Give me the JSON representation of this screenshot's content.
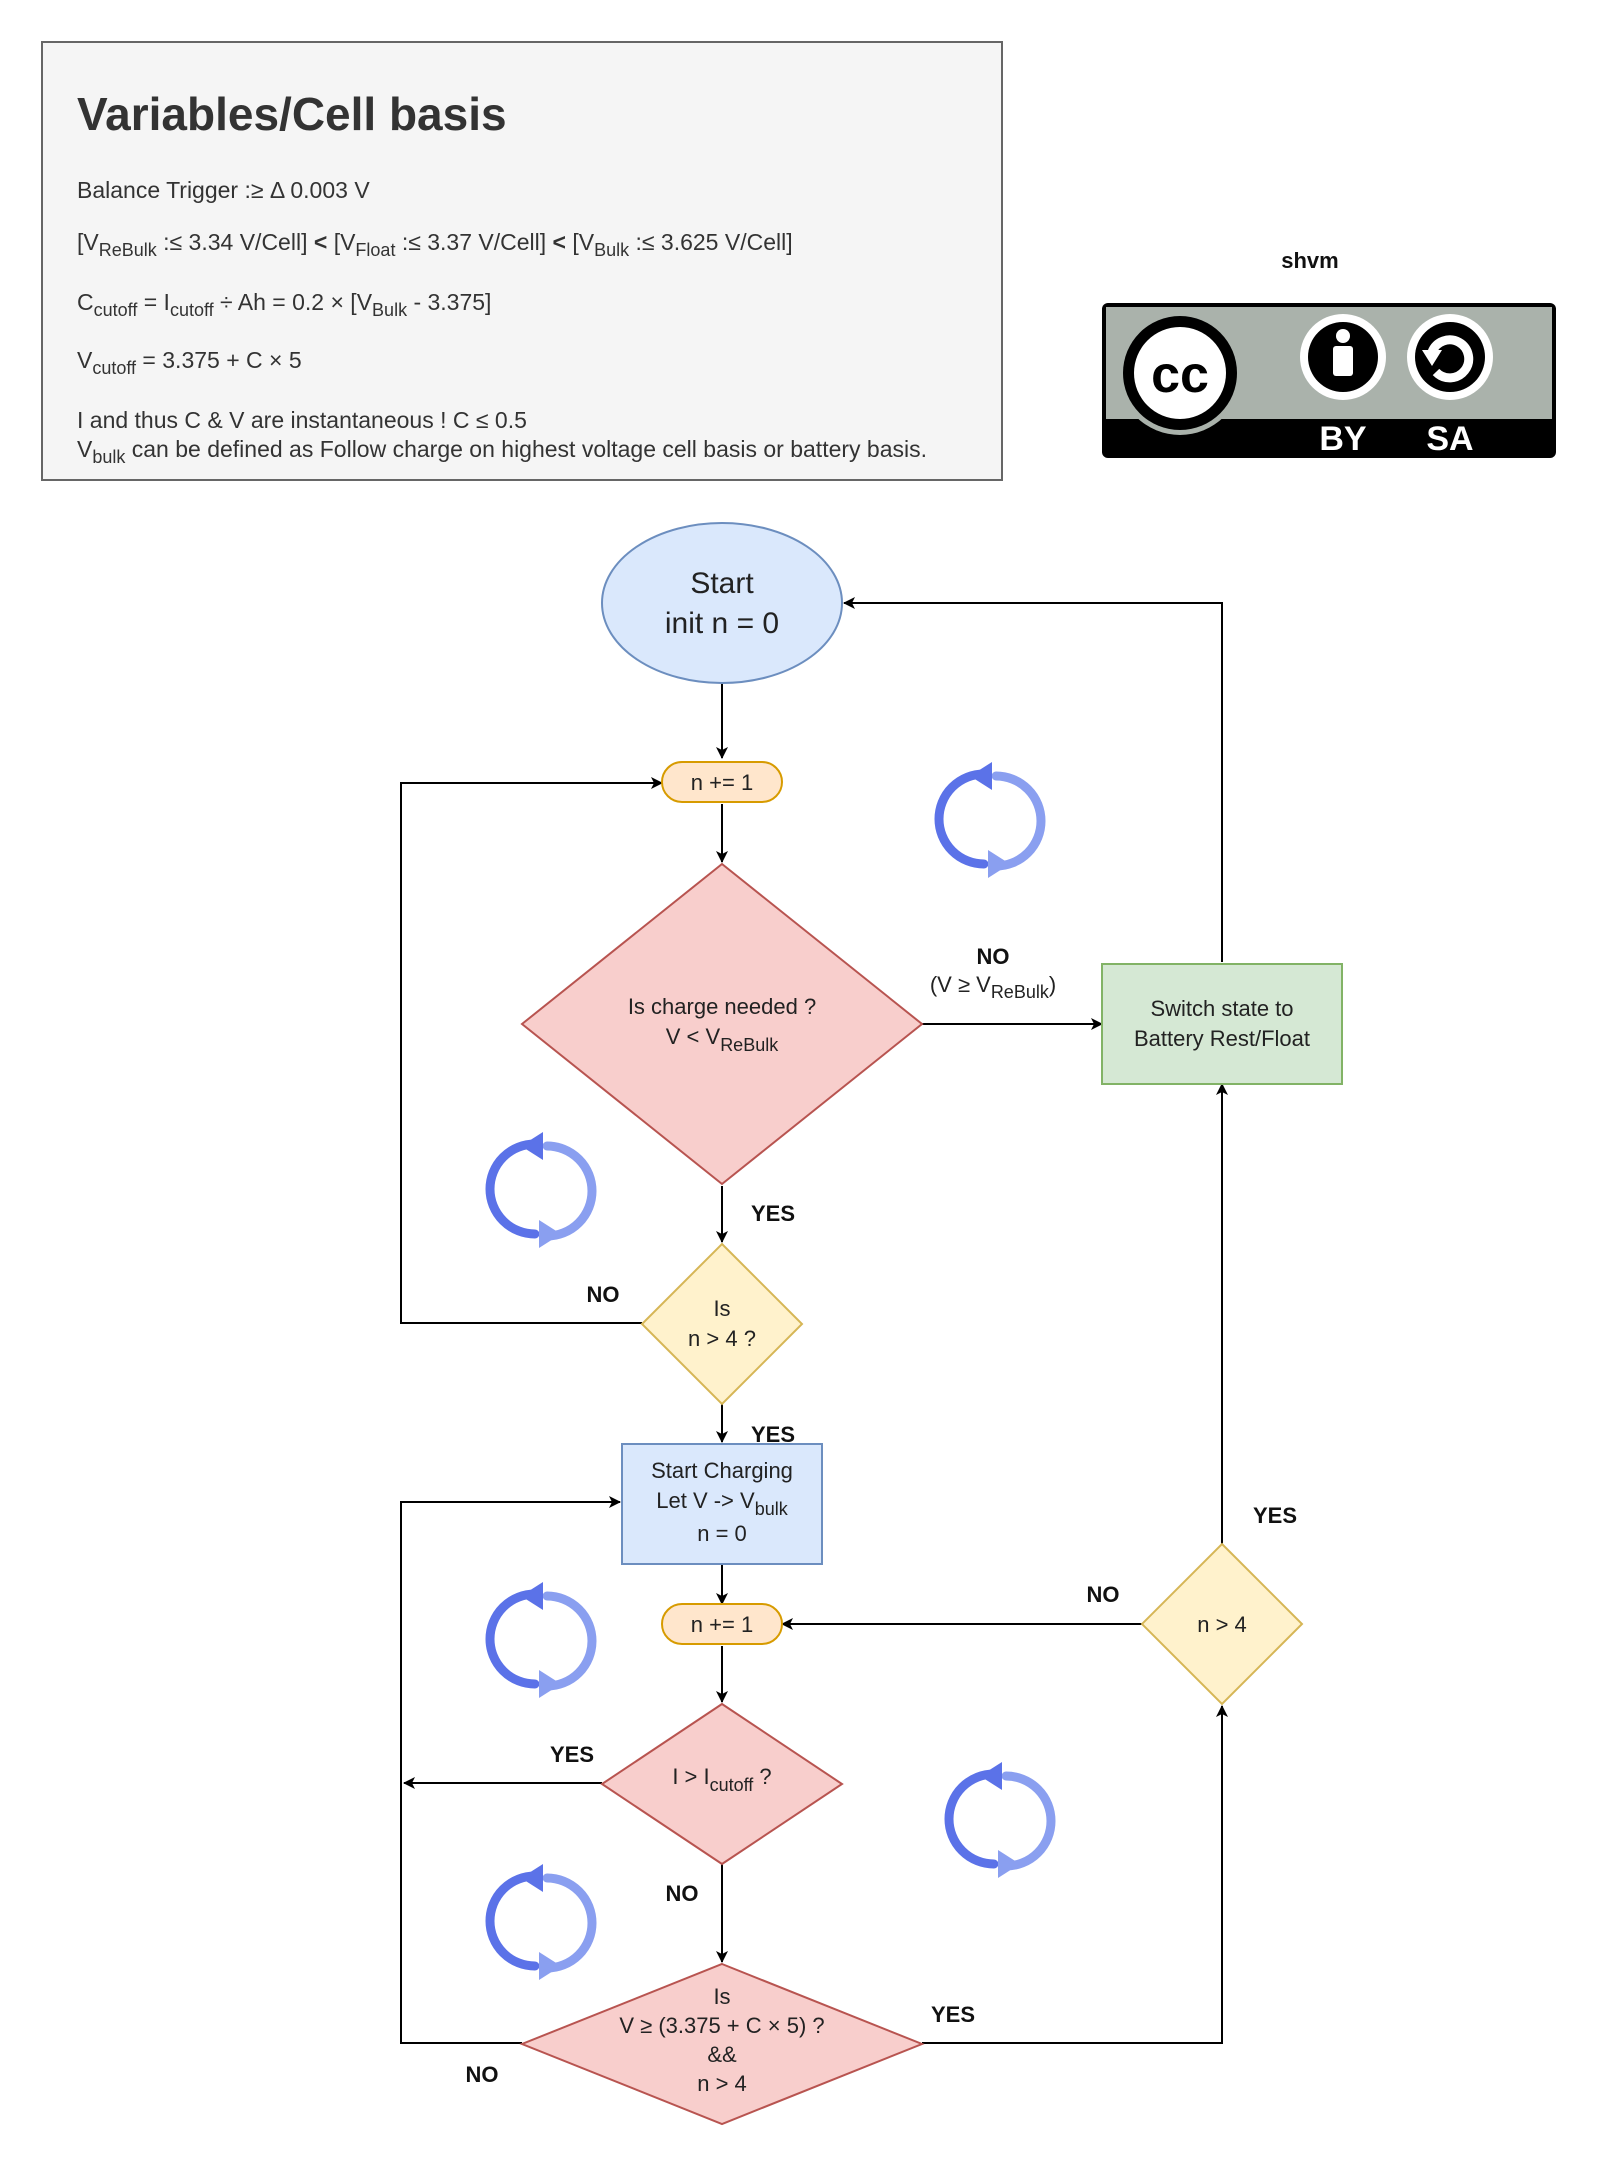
{
  "variables": {
    "title": "Variables/Cell basis",
    "balance": {
      "text": "Balance Trigger :≥ Δ 0.003 V"
    },
    "ranges": {
      "p1": "[V",
      "s1": "ReBulk",
      "p2": " :≤ 3.34 V/Cell]",
      "lt1": " < ",
      "p3": "[V",
      "s2": "Float",
      "p4": " :≤ 3.37 V/Cell]",
      "lt2": " < ",
      "p5": "[V",
      "s3": "Bulk",
      "p6": " :≤ 3.625 V/Cell]"
    },
    "ccutoff": {
      "p1": "C",
      "s1": "cutoff",
      "p2": " = I",
      "s2": "cutoff",
      "p3": " ÷ Ah = 0.2 × [V",
      "s3": "Bulk",
      "p4": " - 3.375]"
    },
    "vcutoff": {
      "p1": "V",
      "s1": "cutoff",
      "p2": " = 3.375 + C × 5"
    },
    "note1": {
      "text": "I and thus C & V are instantaneous ! C ≤ 0.5"
    },
    "note2": {
      "p1": "V",
      "s1": "bulk",
      "p2": " can be defined as Follow charge on highest voltage cell basis or battery basis."
    }
  },
  "author": "shvm",
  "license": {
    "by": "BY",
    "sa": "SA"
  },
  "nodes": {
    "start": {
      "line1": "Start",
      "line2": "init n = 0"
    },
    "inc1": {
      "text": "n += 1"
    },
    "charge_needed": {
      "line1": "Is charge needed ?",
      "line2_a": "V < V",
      "line2_sub": "ReBulk"
    },
    "switch_state": {
      "line1": "Switch state to",
      "line2": "Battery Rest/Float"
    },
    "n_gt_4_first": {
      "line1": "Is",
      "line2": "n > 4 ?"
    },
    "start_charging": {
      "line1": "Start Charging",
      "line2_a": "Let V -> V",
      "line2_sub": "bulk",
      "line3": "n = 0"
    },
    "inc2": {
      "text": "n += 1"
    },
    "n_gt_4_right": {
      "text": "n > 4"
    },
    "current_check": {
      "text_a": "I > I",
      "text_sub": "cutoff",
      "text_b": " ?"
    },
    "final_check": {
      "line1": "Is",
      "line2": "V ≥ (3.375 + C × 5) ?",
      "line3": "&&",
      "line4": "n > 4"
    }
  },
  "edge_labels": {
    "no_rebulk": "NO",
    "no_rebulk_cond_a": "(V ≥ V",
    "no_rebulk_cond_sub": "ReBulk",
    "no_rebulk_cond_b": ")",
    "yes_charge": "YES",
    "no_loop1": "NO",
    "yes_start_charging": "YES",
    "yes_right": "YES",
    "no_right": "NO",
    "yes_current": "YES",
    "no_current": "NO",
    "yes_final": "YES",
    "no_final": "NO"
  },
  "colors": {
    "start_fill": "#dae8fc",
    "start_stroke": "#6c8ebf",
    "inc_fill": "#ffe6cc",
    "inc_stroke": "#d79b00",
    "red_fill": "#f8cecc",
    "red_stroke": "#b85450",
    "yellow_fill": "#fff2cc",
    "yellow_stroke": "#d6b656",
    "green_fill": "#d5e8d4",
    "green_stroke": "#82b366",
    "blue_fill": "#dae8fc",
    "blue_stroke": "#6c8ebf",
    "loop_icon": "#5b72e8"
  },
  "icons": [
    "loop-arrows-icon",
    "cc-by-sa-license-icon"
  ]
}
